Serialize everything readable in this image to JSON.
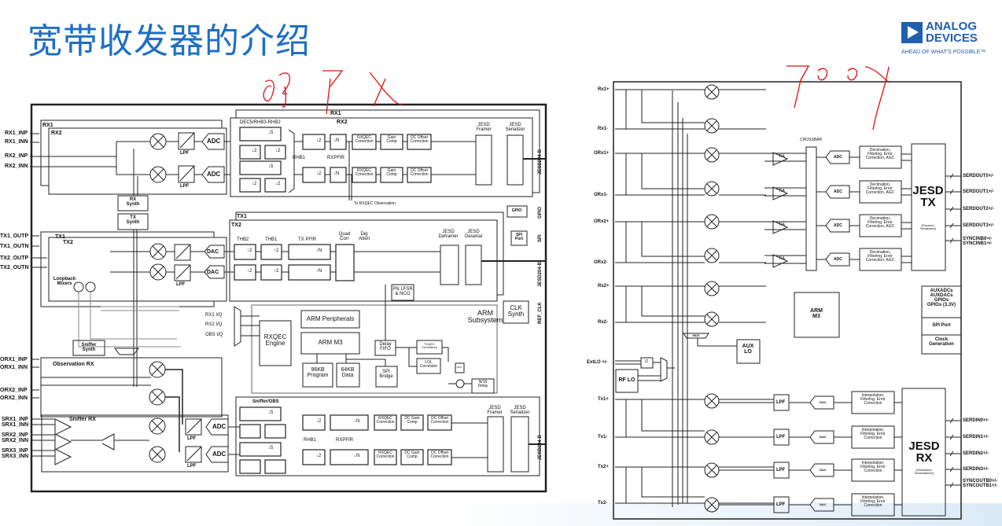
{
  "title": "宽带收发器的介绍",
  "logo": {
    "brand": "ANALOG\nDEVICES",
    "tagline": "AHEAD OF WHAT'S POSSIBLE™"
  },
  "left": {
    "rx1": "RX1",
    "rx2": "RX2",
    "rx1_inp": "RX1_INP",
    "rx1_inn": "RX1_INN",
    "rx2_inp": "RX2_INP",
    "rx2_inn": "RX2_INN",
    "adc": "ADC",
    "lpf": "LPF",
    "rx_synth": "RX\nSynth",
    "tx_synth": "TX\nSynth",
    "rx1_dig": "RX1",
    "rx2_dig": "RX2",
    "dec": "DEC5/RHB3-RHB2",
    "rhb1": "RHB1",
    "rxpfir": "RXPFIR",
    "rxqec": "RXQEC\nCorrection",
    "gain_comp": "Gain\nComp",
    "dc_offset": "DC Offset\nCorrection",
    "jesd_framer": "JESD\nFramer",
    "jesd_serializer": "JESD\nSerializer",
    "to_rxqec": "To RXQEC Observation",
    "down5": "↓5",
    "down2": "↓2",
    "downN": "↓N",
    "up2": "↑2",
    "upN": "↑N",
    "gpio_box": "GPIO",
    "spi_port": "SPI\nPort",
    "side_jesd_top": "JESD204-B",
    "side_gpio": "GPIO",
    "side_spi": "SPI",
    "side_jesd_mid": "JESD204-B",
    "side_refclk": "REF_CLK",
    "side_jesd_bot": "JESD204-B",
    "tx1_dig": "TX1",
    "tx2_dig": "TX2",
    "thb2": "THB2",
    "thb1": "THB1",
    "tx_pfir": "TX PFIR",
    "quad_corr": "Quad\nCorr",
    "dig_atten": "Dig\nAtten",
    "jesd_deframer": "JESD\nDeframer",
    "jesd_deserial": "JESD\nDeserial",
    "pn_lfsr": "PN LFSR\n& NCO",
    "tx1": "TX1",
    "tx2": "TX2",
    "tx1_outp": "TX1_OUTP",
    "tx1_outn": "TX1_OUTN",
    "tx2_outp": "TX2_OUTP",
    "tx2_outn": "TX2_OUTN",
    "dac": "DAC",
    "loopback": "Loopback\nMixers",
    "arm_subsystem": "ARM\nSubsystem",
    "rx1_iq": "RX1 I/Q",
    "rx2_iq": "RX2 I/Q",
    "obs_iq": "OBS I/Q",
    "rxqec_engine": "RXQEC\nEngine",
    "arm_peripherals": "ARM Peripherals",
    "arm_m3": "ARM M3",
    "program": "96KB\nProgram",
    "data": "64KB\nData",
    "spi_bridge": "SPI\nBridge",
    "delay_fifo": "Delay\nFIFO",
    "txqec": "TXQEC\nCorrelators",
    "lol": "LOL\nCorrelator",
    "nco": "NCO",
    "n16": "N/16\nDelay",
    "clk_synth": "CLK\nSynth",
    "sniffer_synth": "Sniffer\nSynth",
    "observation_rx": "Observation RX",
    "orx1_inp": "ORX1_INP",
    "orx1_inn": "ORX1_INN",
    "orx2_inp": "ORX2_INP",
    "orx2_inn": "ORX2_INN",
    "sniffer_rx": "Sniffer RX",
    "srx1_inp": "SRX1_INP",
    "srx1_inn": "SRX1_INN",
    "srx2_inp": "SRX2_INP",
    "srx2_inn": "SRX2_INN",
    "srx3_inp": "SRX3_INP",
    "srx3_inn": "SRX3_INN",
    "sniffer_obs": "Sniffer/OBS",
    "dc_gain_comp": "DC Gain\nComp"
  },
  "right": {
    "pins_left": [
      "Rx1+",
      "Rx1-",
      "ORx1+",
      "ORx1-",
      "ORx2+",
      "ORx2-",
      "Rx2+",
      "Rx2-",
      "ExtLO +/-",
      "Tx1+",
      "Tx1-",
      "Tx2+",
      "Tx2-"
    ],
    "tia": "TIA",
    "crossbar": "CROSSBAR",
    "adc": "ADC",
    "decimation": "Decimation,\nFiltering, Error\nCorrection, AGC",
    "jesd_tx": "JESD\nTX",
    "jesd_tx_sub": "(Framers,\nSerializers)",
    "serdout": [
      "SERDOUT0+/-",
      "SERDOUT1+/-",
      "SERDOUT2+/-",
      "SERDOUT3+/-"
    ],
    "syncinb": "SYNCINB0+/-\nSYNCINB1+/-",
    "arm_m3": "ARM\nM3",
    "aux": "AUXADCs\nAUXDACs\nGPIOs\nGPIOs (3.3V)",
    "spi_port": "SPI Port",
    "clock_gen": "Clock\nGeneration",
    "mux": "MUX",
    "aux_lo": "AUX\nLO",
    "div2": "/2",
    "rf_lo": "RF LO",
    "lpf": "LPF",
    "dac": "DAC",
    "interpolation": "Interpolation,\nFiltering, Error\nCorrection",
    "jesd_rx": "JESD\nRX",
    "jesd_rx_sub": "(Deframers,\nDeserializers)",
    "serdin": [
      "SERDIN0+/-",
      "SERDIN1+/-",
      "SERDIN2+/-",
      "SERDIN3+/-"
    ],
    "syncoutb": "SYNCOUTB0+/-\nSYNCOUTB1+/-"
  },
  "colors": {
    "title": "#1f6fc4",
    "brand": "#1f5fae",
    "annotation": "#e01010"
  }
}
